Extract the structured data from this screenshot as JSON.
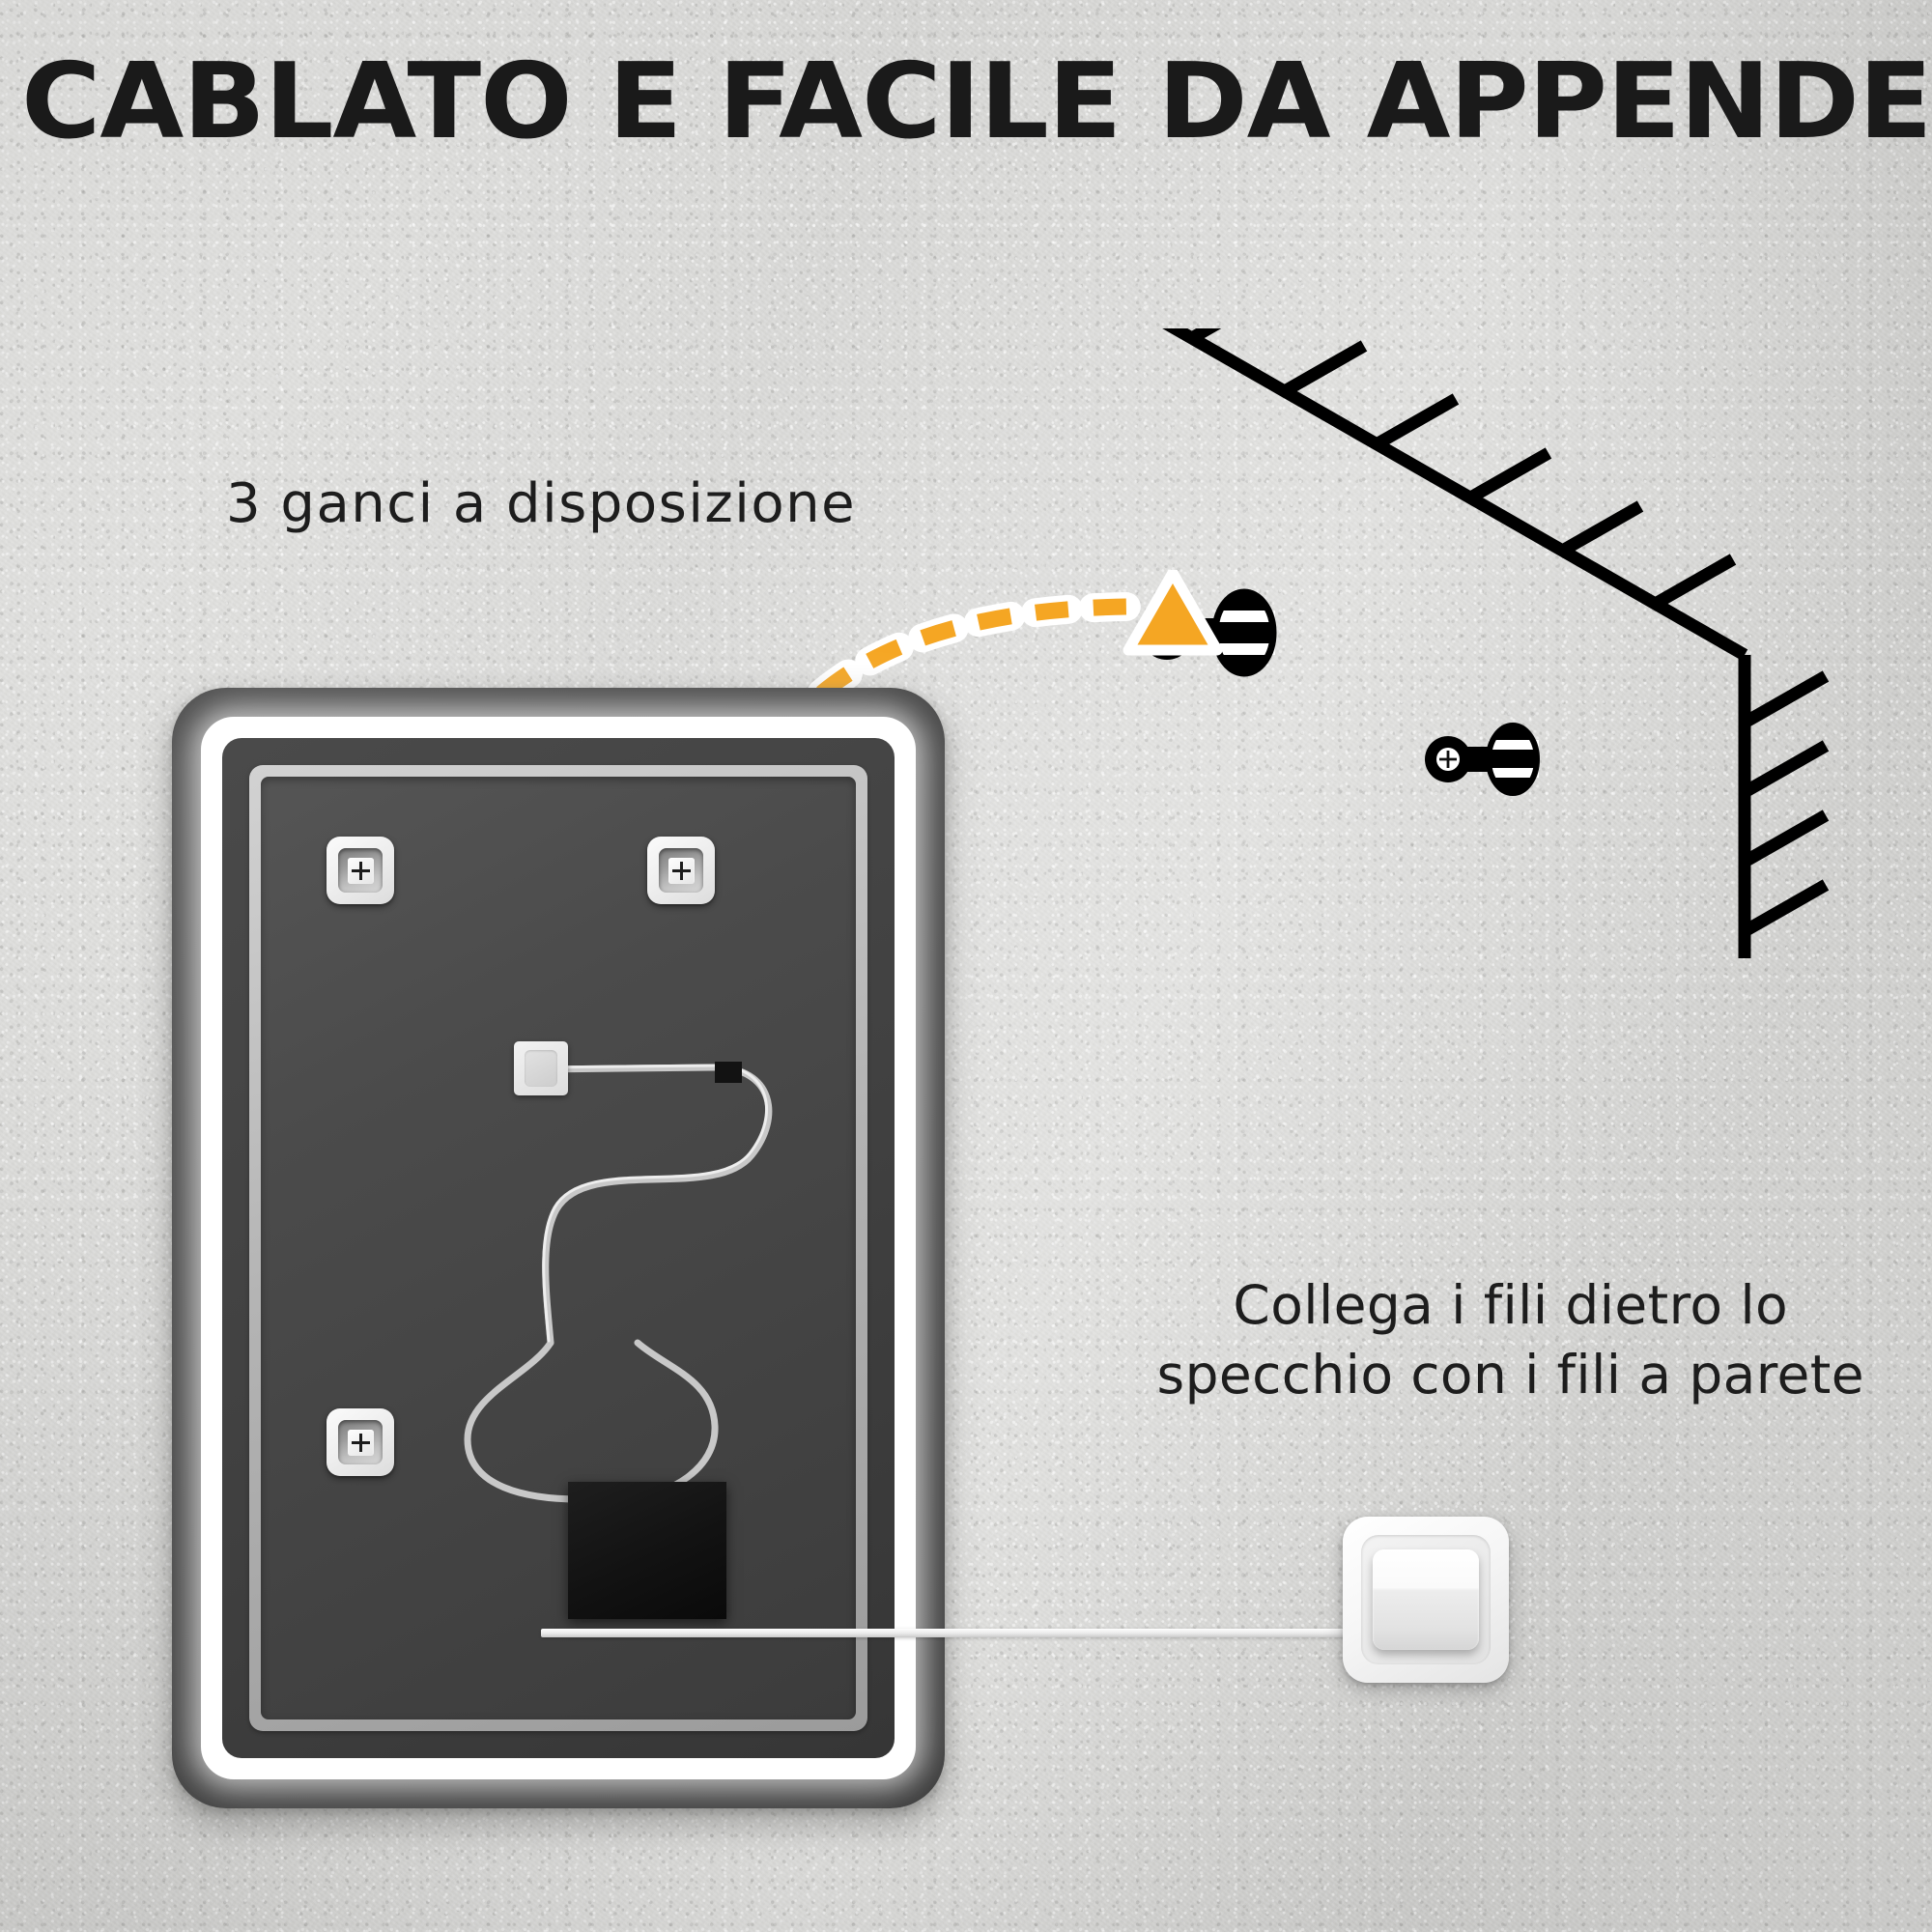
{
  "headline": "CABLATO E FACILE DA APPENDERE",
  "labels": {
    "hooks": "3 ganci a disposizione",
    "wiring_line1": "Collega i fili dietro lo",
    "wiring_line2": "specchio con i fili a parete"
  },
  "colors": {
    "accent_orange": "#F5A623",
    "headline_black": "#1A1A1A",
    "wall_gray": "#D4D4D2",
    "mirror_frame": "#3F3F3F",
    "led_white": "#FFFFFF",
    "inner_rim_gray": "#B4B4B4",
    "driver_black": "#121212",
    "line_art_black": "#000000"
  },
  "icons": {
    "hook_top_left": "hook-plate-icon",
    "hook_top_right": "hook-plate-icon",
    "hook_bottom_left": "hook-plate-icon",
    "screw_arrow_target": "wall-screw-icon",
    "screw_lower": "wall-screw-icon",
    "arrow": "curved-dashed-arrow-icon",
    "corner": "wall-corner-hatch-icon",
    "sensor": "touch-sensor-icon",
    "driver": "led-driver-box-icon",
    "switch": "wall-light-switch-icon"
  },
  "counts": {
    "hooks": 3,
    "wall_screws": 2
  }
}
